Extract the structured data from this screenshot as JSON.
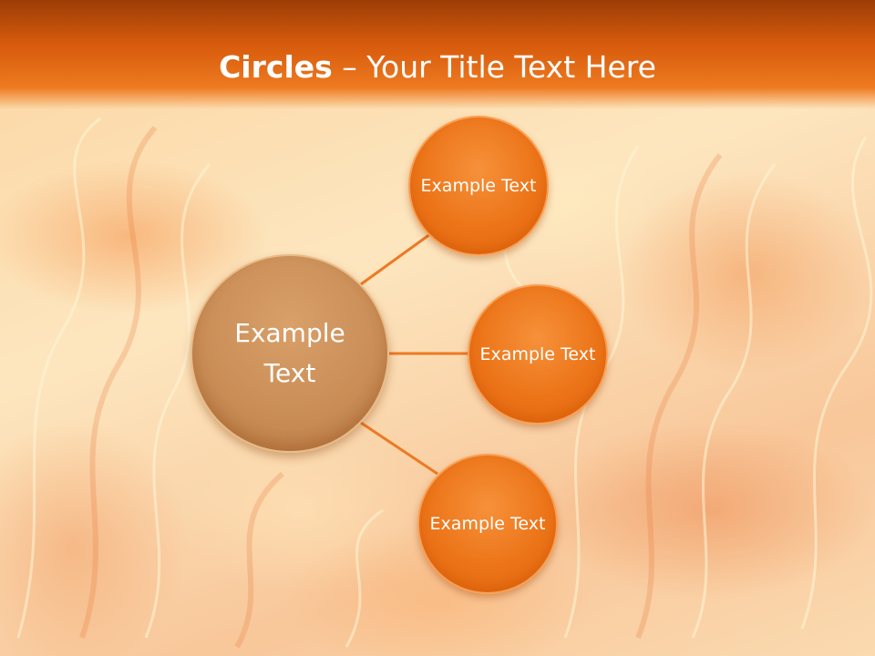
{
  "slide": {
    "title_bold": "Circles",
    "title_rest": " – Your Title Text Here"
  },
  "center_node": {
    "label": "Example Text"
  },
  "nodes": [
    {
      "label": "Example Text"
    },
    {
      "label": "Example Text"
    },
    {
      "label": "Example Text"
    }
  ],
  "colors": {
    "title_bar": "#d65a0c",
    "node_fill": "#ec7418",
    "center_fill": "#c98c55",
    "connector": "#ec7a22"
  }
}
